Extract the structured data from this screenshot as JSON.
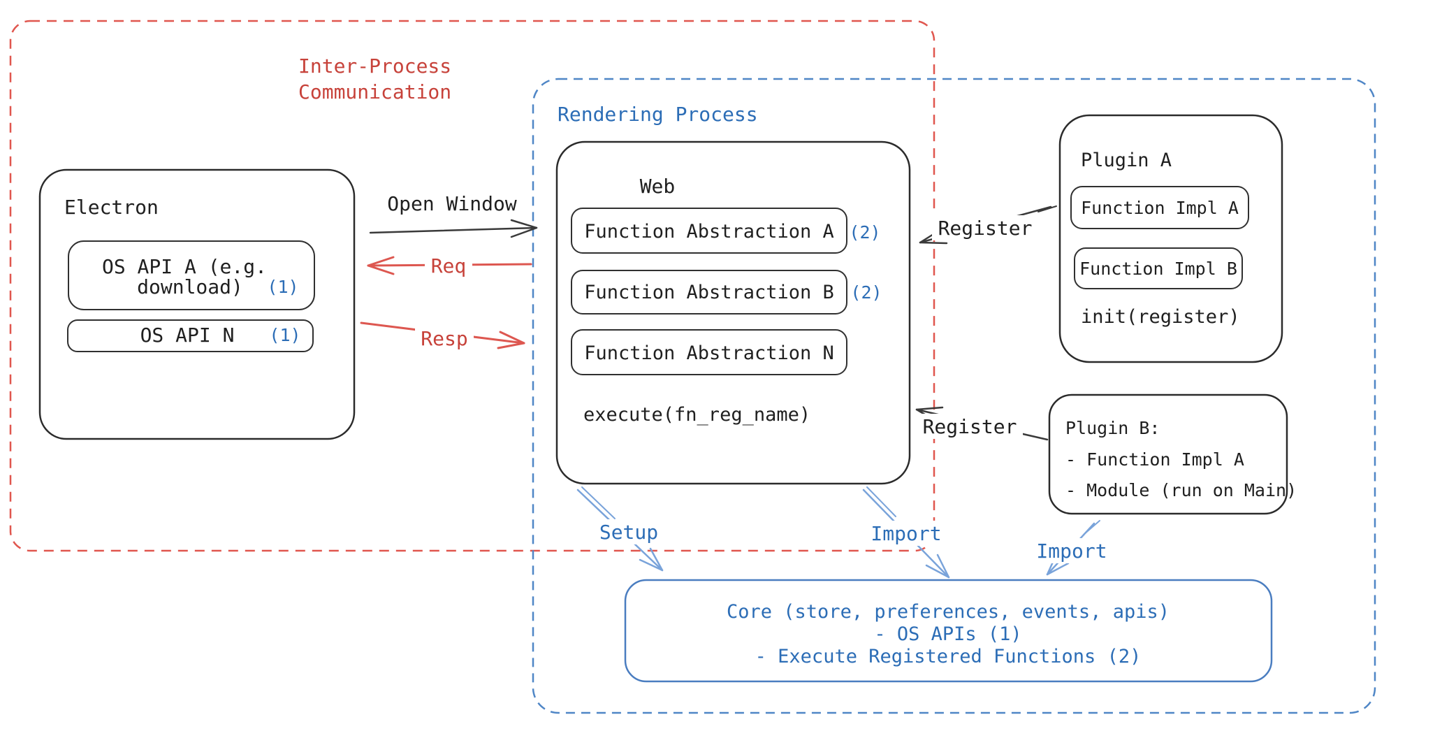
{
  "diagram": {
    "ipc_group": {
      "label_line1": "Inter-Process",
      "label_line2": "Communication"
    },
    "rendering_group": {
      "label": "Rendering Process"
    },
    "electron": {
      "title": "Electron",
      "os_api_a": {
        "line1": "OS API A (e.g.",
        "line2": "download)",
        "ref": "(1)"
      },
      "os_api_n": {
        "label": "OS API N",
        "ref": "(1)"
      }
    },
    "web": {
      "title": "Web",
      "fn_a": {
        "label": "Function Abstraction A",
        "ref": "(2)"
      },
      "fn_b": {
        "label": "Function Abstraction B",
        "ref": "(2)"
      },
      "fn_n": {
        "label": "Function Abstraction N"
      },
      "execute": "execute(fn_reg_name)"
    },
    "plugin_a": {
      "title": "Plugin A",
      "impl_a": "Function Impl A",
      "impl_b": "Function Impl B",
      "init": "init(register)"
    },
    "plugin_b": {
      "title": "Plugin B:",
      "item1": "- Function Impl A",
      "item2": "- Module (run on Main)"
    },
    "core": {
      "line1": "Core (store, preferences, events, apis)",
      "line2": "- OS APIs (1)",
      "line3": "- Execute Registered Functions (2)"
    },
    "arrows": {
      "open_window": "Open Window",
      "req": "Req",
      "resp": "Resp",
      "register_top": "Register",
      "register_bottom": "Register",
      "setup": "Setup",
      "import_mid": "Import",
      "import_right": "Import"
    },
    "colors": {
      "red_text": "#c7423a",
      "blue_text": "#2c6db6",
      "red_stroke": "#e0564e",
      "blue_stroke": "#4f86c6",
      "blue_arrow": "#79a3da",
      "black": "#1f1f1f"
    }
  }
}
